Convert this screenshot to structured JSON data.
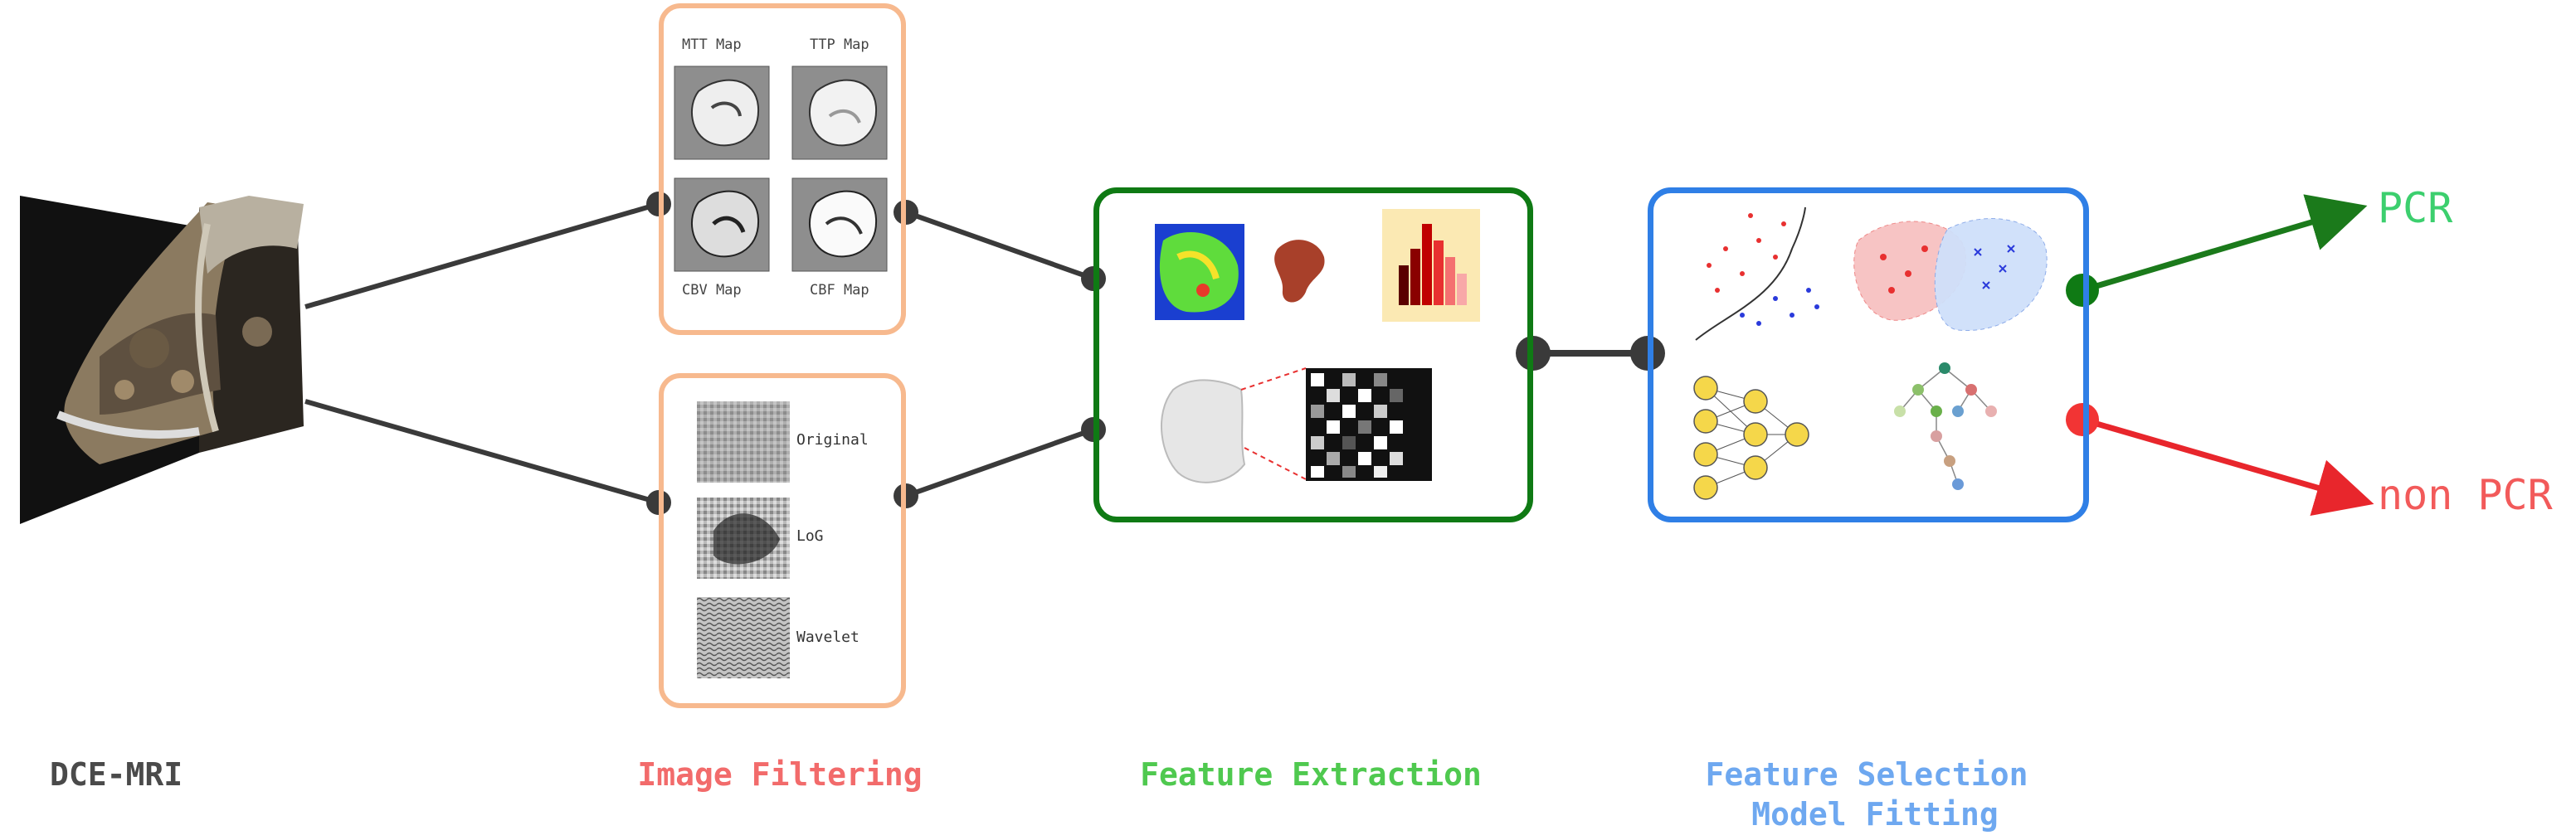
{
  "stages": {
    "input": {
      "label": "DCE-MRI",
      "color": "#4a4a4a"
    },
    "filtering": {
      "label": "Image Filtering",
      "color": "#f26b6b"
    },
    "extraction": {
      "label": "Feature Extraction",
      "color": "#4fc94f"
    },
    "selection": {
      "label_line1": "Feature Selection",
      "label_line2": "Model Fitting",
      "color": "#6ea8f0"
    }
  },
  "perfusion_maps": [
    {
      "label": "MTT Map"
    },
    {
      "label": "TTP Map"
    },
    {
      "label": "CBV Map"
    },
    {
      "label": "CBF Map"
    }
  ],
  "filters": [
    {
      "label": "Original"
    },
    {
      "label": "LoG"
    },
    {
      "label": "Wavelet"
    }
  ],
  "outputs": {
    "positive": {
      "label": "PCR",
      "color": "#3ccf6e"
    },
    "negative": {
      "label": "non PCR",
      "color": "#f25a5a"
    }
  },
  "colors": {
    "filter_box": "#f7b98e",
    "extraction_box": "#0f7a14",
    "selection_box": "#2f7fe6",
    "connector": "#3a3a3a",
    "arrow_positive": "#1b7a1b",
    "arrow_negative": "#e8262c",
    "dot_positive": "#0f7a14",
    "dot_negative": "#f23434"
  }
}
